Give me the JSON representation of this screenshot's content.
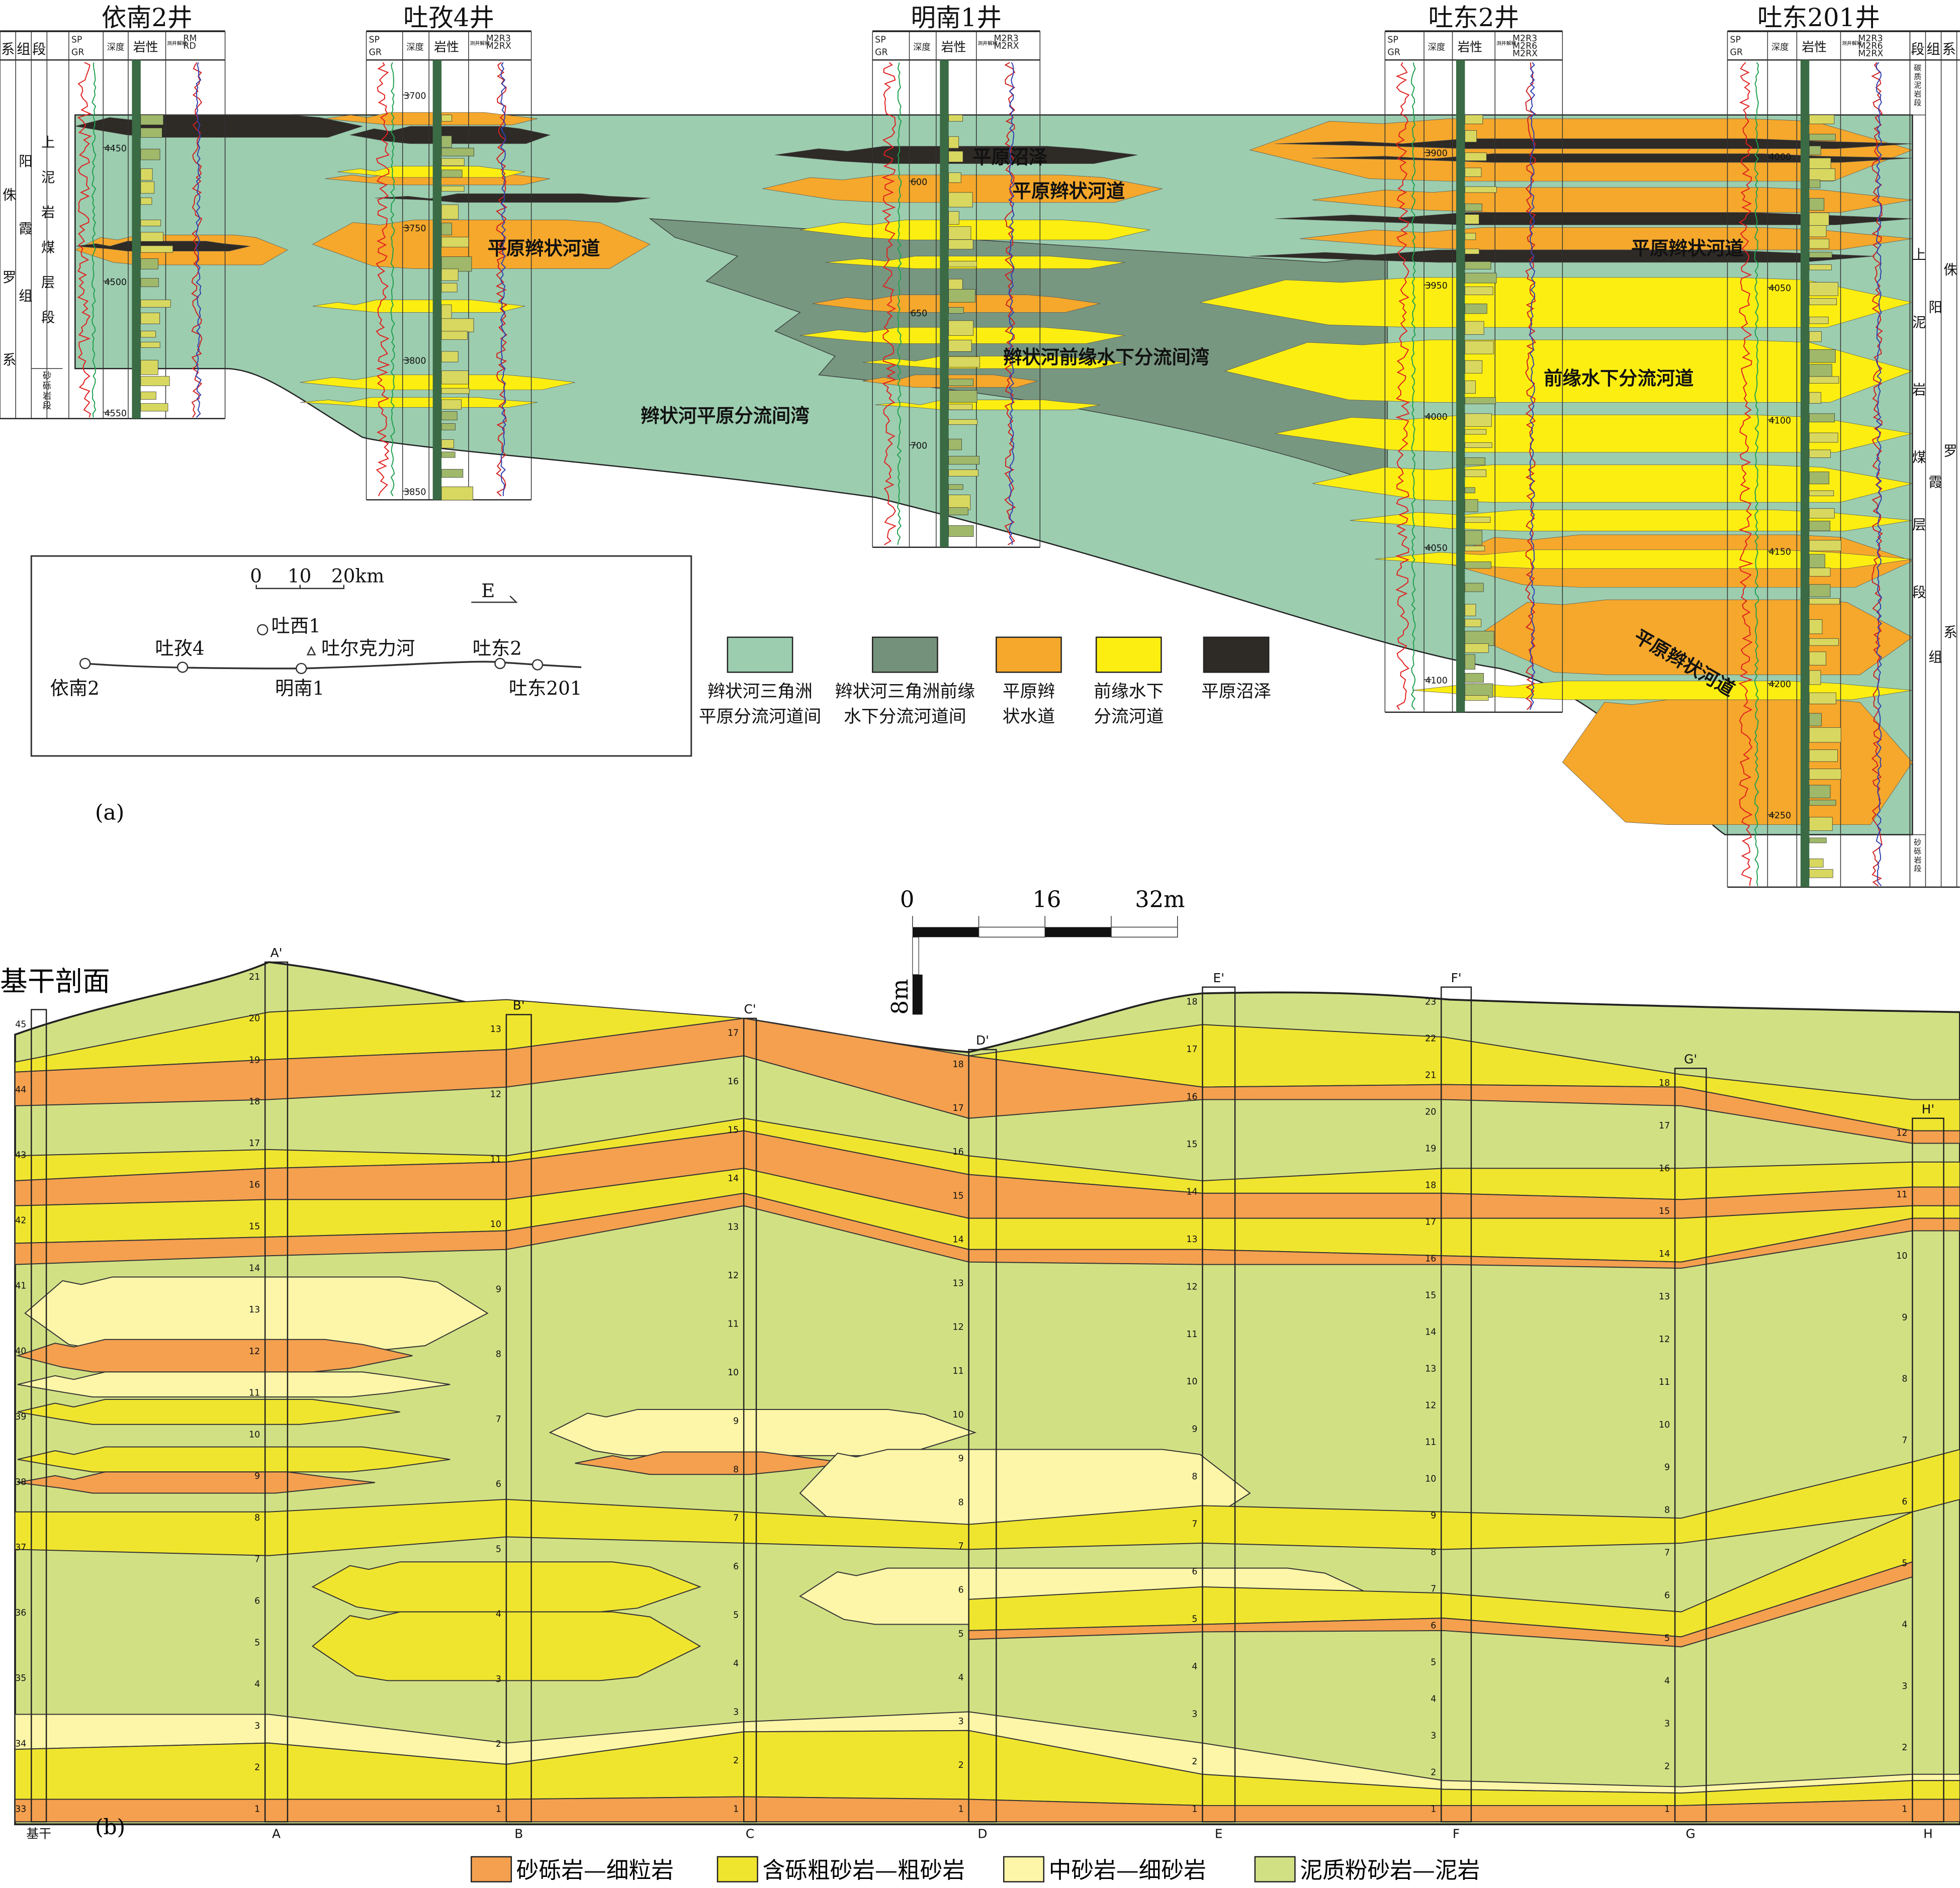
{
  "part_a": {
    "label": "(a)",
    "wells": [
      {
        "name": "依南2井",
        "curves_left": [
          "SP",
          "GR"
        ],
        "curves_right": [
          "RM",
          "RD"
        ],
        "depths": [
          "4450",
          "4500",
          "4550"
        ]
      },
      {
        "name": "吐孜4井",
        "curves_left": [
          "SP",
          "GR"
        ],
        "curves_right": [
          "M2R3",
          "M2RX"
        ],
        "depths": [
          "3700",
          "3750",
          "3800",
          "3850"
        ]
      },
      {
        "name": "明南1井",
        "curves_left": [
          "SP",
          "GR"
        ],
        "curves_right": [
          "M2R3",
          "M2RX"
        ],
        "depths": [
          "600",
          "650",
          "700"
        ]
      },
      {
        "name": "吐东2井",
        "curves_left": [
          "SP",
          "GR"
        ],
        "curves_right": [
          "M2R3",
          "M2R6",
          "M2RX"
        ],
        "depths": [
          "3900",
          "3950",
          "4000",
          "4050",
          "4100"
        ]
      },
      {
        "name": "吐东201井",
        "curves_left": [
          "SP",
          "GR"
        ],
        "curves_right": [
          "M2R3",
          "M2R6",
          "M2RX"
        ],
        "depths": [
          "4000",
          "4050",
          "4100",
          "4150",
          "4200",
          "4250"
        ]
      }
    ],
    "header": {
      "xi": "系",
      "zu": "组",
      "duan": "段",
      "depth": "深度",
      "lith": "岩性",
      "interp": "测井解释"
    },
    "strat": {
      "system": "侏罗系",
      "formation": "阳霞组",
      "member_upper": "上泥岩煤层段",
      "member_lower": "砂砾岩段",
      "member_top": "碳质泥岩段"
    },
    "facies_labels": [
      "平原沼泽",
      "平原辫状河道",
      "平原辫状河道",
      "辫状河前缘水下分流间湾",
      "辫状河平原分流间湾",
      "前缘水下分流河道",
      "平原辫状河道",
      "平原辫状河道"
    ],
    "legend": [
      {
        "label1": "辫状河三角洲",
        "label2": "平原分流河道间",
        "color": "#9ccdaf"
      },
      {
        "label1": "辫状河三角洲前缘",
        "label2": "水下分流河道间",
        "color": "#74927b"
      },
      {
        "label1": "平原辫",
        "label2": "状水道",
        "color": "#f5a82b"
      },
      {
        "label1": "前缘水下",
        "label2": "分流河道",
        "color": "#fdee12"
      },
      {
        "label1": "平原沼泽",
        "label2": "",
        "color": "#2e2a26"
      }
    ],
    "map": {
      "scale_ticks": [
        "0",
        "10",
        "20km"
      ],
      "north_label": "E",
      "points": [
        "依南2",
        "吐孜4",
        "吐西1",
        "吐尔克力河",
        "明南1",
        "吐东2",
        "吐东201"
      ]
    }
  },
  "part_b": {
    "label": "(b)",
    "title": "基干剖面",
    "scale": {
      "ticks": [
        "0",
        "16",
        "32m"
      ],
      "vertical": "8m"
    },
    "columns_bottom": [
      "基干",
      "A",
      "B",
      "C",
      "D",
      "E",
      "F",
      "G",
      "H"
    ],
    "columns_top": [
      "A'",
      "B'",
      "C'",
      "D'",
      "E'",
      "F'",
      "G'",
      "H'"
    ],
    "beds": {
      "jigan": [
        "45",
        "44",
        "43",
        "42",
        "41",
        "40",
        "39",
        "38",
        "37",
        "36",
        "35",
        "34",
        "33"
      ],
      "A": [
        "21",
        "20",
        "19",
        "18",
        "17",
        "16",
        "15",
        "14",
        "13",
        "12",
        "11",
        "10",
        "9",
        "8",
        "7",
        "6",
        "5",
        "4",
        "3",
        "2",
        "1"
      ],
      "B": [
        "13",
        "12",
        "11",
        "10",
        "9",
        "8",
        "7",
        "6",
        "5",
        "4",
        "3",
        "2",
        "1"
      ],
      "C": [
        "17",
        "16",
        "15",
        "14",
        "13",
        "12",
        "11",
        "10",
        "9",
        "8",
        "7",
        "6",
        "5",
        "4",
        "3",
        "2",
        "1"
      ],
      "D": [
        "18",
        "17",
        "16",
        "15",
        "14",
        "13",
        "12",
        "11",
        "10",
        "9",
        "8",
        "7",
        "6",
        "5",
        "4",
        "3",
        "2",
        "1"
      ],
      "E": [
        "18",
        "17",
        "16",
        "15",
        "14",
        "13",
        "12",
        "11",
        "10",
        "9",
        "8",
        "7",
        "6",
        "5",
        "4",
        "3",
        "2",
        "1"
      ],
      "F": [
        "23",
        "22",
        "21",
        "20",
        "19",
        "18",
        "17",
        "16",
        "15",
        "14",
        "13",
        "12",
        "11",
        "10",
        "9",
        "8",
        "7",
        "6",
        "5",
        "4",
        "3",
        "2",
        "1"
      ],
      "G": [
        "18",
        "17",
        "16",
        "15",
        "14",
        "13",
        "12",
        "11",
        "10",
        "9",
        "8",
        "7",
        "6",
        "5",
        "4",
        "3",
        "2",
        "1"
      ],
      "H": [
        "12",
        "11",
        "10",
        "9",
        "8",
        "7",
        "6",
        "5",
        "4",
        "3",
        "2",
        "1"
      ]
    },
    "legend": [
      {
        "label": "砂砾岩—细粒岩",
        "color": "#f4a04f"
      },
      {
        "label": "含砾粗砂岩—粗砂岩",
        "color": "#f0e52e"
      },
      {
        "label": "中砂岩—细砂岩",
        "color": "#fdf6a8"
      },
      {
        "label": "泥质粉砂岩—泥岩",
        "color": "#d2e084"
      }
    ]
  }
}
